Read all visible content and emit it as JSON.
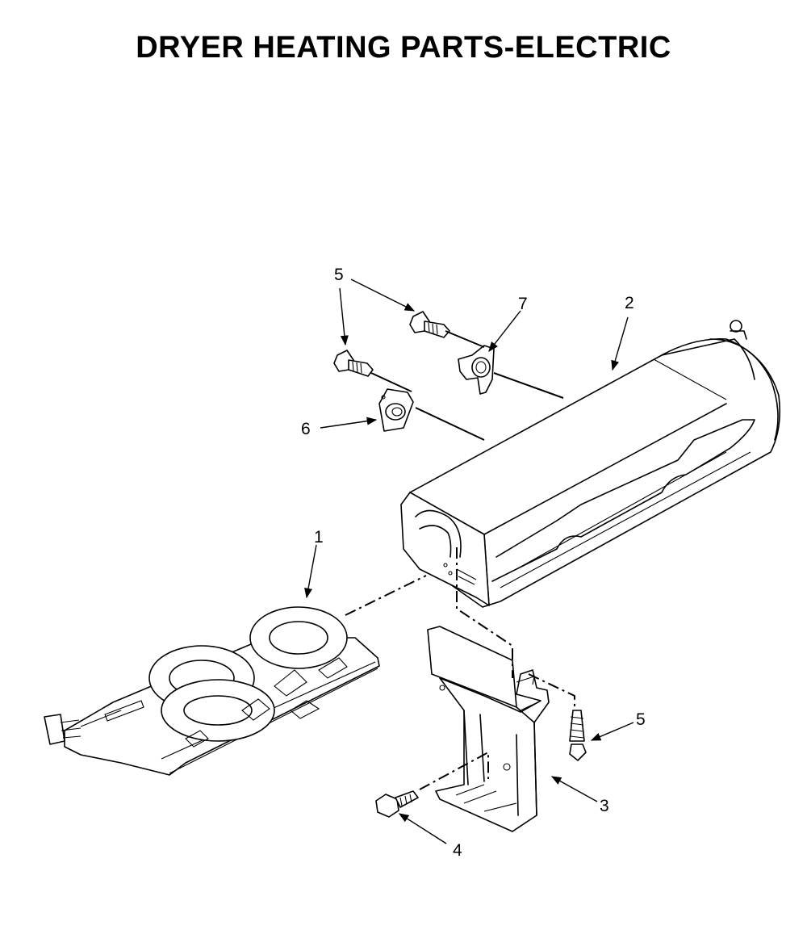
{
  "title": "DRYER HEATING PARTS-ELECTRIC",
  "callouts": {
    "element_assembly": "1",
    "heater_housing": "2",
    "bracket": "3",
    "bracket_screw": "4",
    "screw_upper_left": "5",
    "screw_upper_right": "5",
    "screw_bracket": "5",
    "thermal_fuse": "6",
    "thermostat": "7"
  }
}
